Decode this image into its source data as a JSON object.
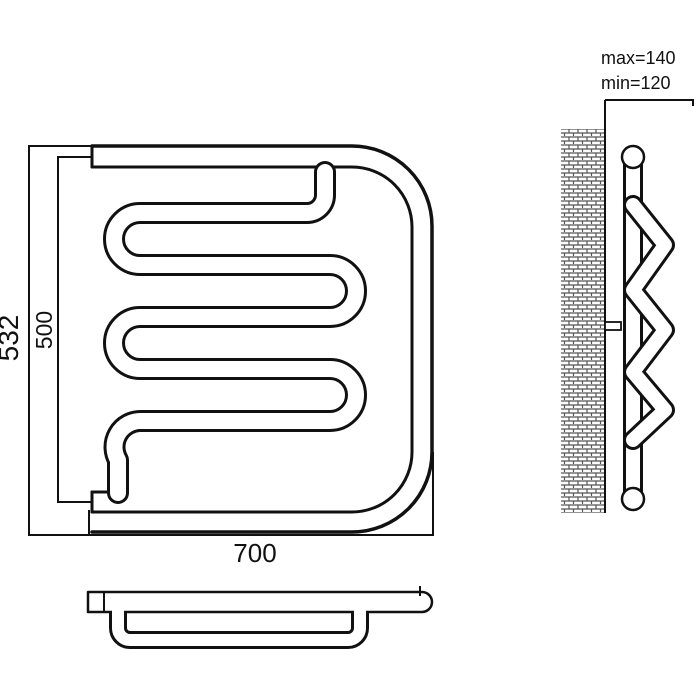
{
  "dimensions": {
    "width": "700",
    "height_outer": "532",
    "height_inner": "500",
    "mount_max": "max=140",
    "mount_min": "min=120"
  },
  "colors": {
    "stroke": "#111111",
    "fill": "#ffffff",
    "wall_hatch": "#555555"
  }
}
